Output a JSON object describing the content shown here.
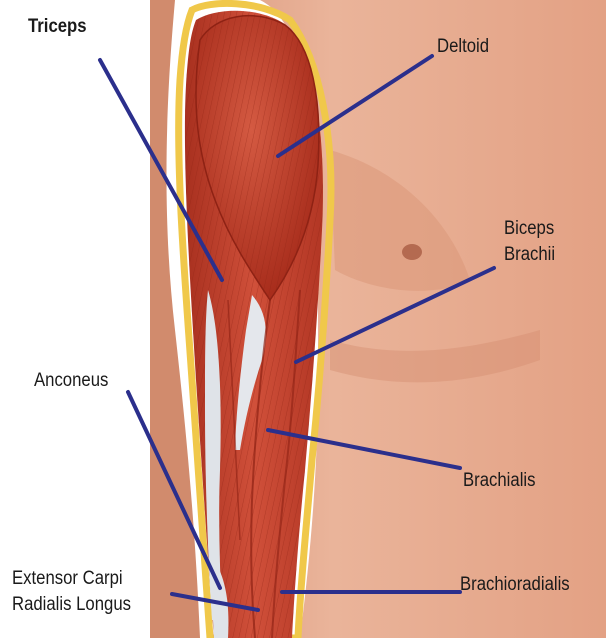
{
  "labels": {
    "triceps": "Triceps",
    "deltoid": "Deltoid",
    "biceps_brachii": [
      "Biceps",
      "Brachii"
    ],
    "anconeus": "Anconeus",
    "brachialis": "Brachialis",
    "extensor_carpi_radialis_longus": [
      "Extensor Carpi",
      "Radialis Longus"
    ],
    "brachioradialis": "Brachioradialis"
  },
  "colors": {
    "pointer_line": "#2b2f8c",
    "muscle": "#c8402e",
    "skin": "#e6a98a",
    "fat_outline": "#f0c84a",
    "tendon": "#dfe3e8"
  }
}
